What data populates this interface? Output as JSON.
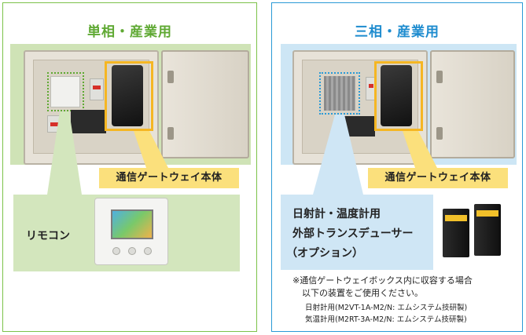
{
  "left_panel": {
    "title": "単相・産業用",
    "gateway_label": "通信ゲートウェイ本体",
    "remote_label": "リモコン",
    "colors": {
      "frame": "#7cc24a",
      "title": "#5fa933",
      "band": "#cfe3b6"
    }
  },
  "right_panel": {
    "title": "三相・産業用",
    "gateway_label": "通信ゲートウェイ本体",
    "sensor_lines": [
      "日射計・温度計用",
      "外部トランスデューサー",
      "（オプション）"
    ],
    "note_lines": [
      "※通信ゲートウェイボックス内に収容する場合",
      "以下の装置をご使用ください。"
    ],
    "detail_lines": [
      "日射計用(M2VT-1A-M2/N: エムシステム技研製)",
      "気温計用(M2RT-3A-M2/N: エムシステム技研製)"
    ],
    "colors": {
      "frame": "#2a9ad6",
      "title": "#1e8ccf",
      "band": "#cde6f5"
    }
  },
  "icons": [
    "cabinet-photo",
    "gateway-device",
    "remote-controller",
    "transducer-device"
  ],
  "accent": "#f5b623"
}
